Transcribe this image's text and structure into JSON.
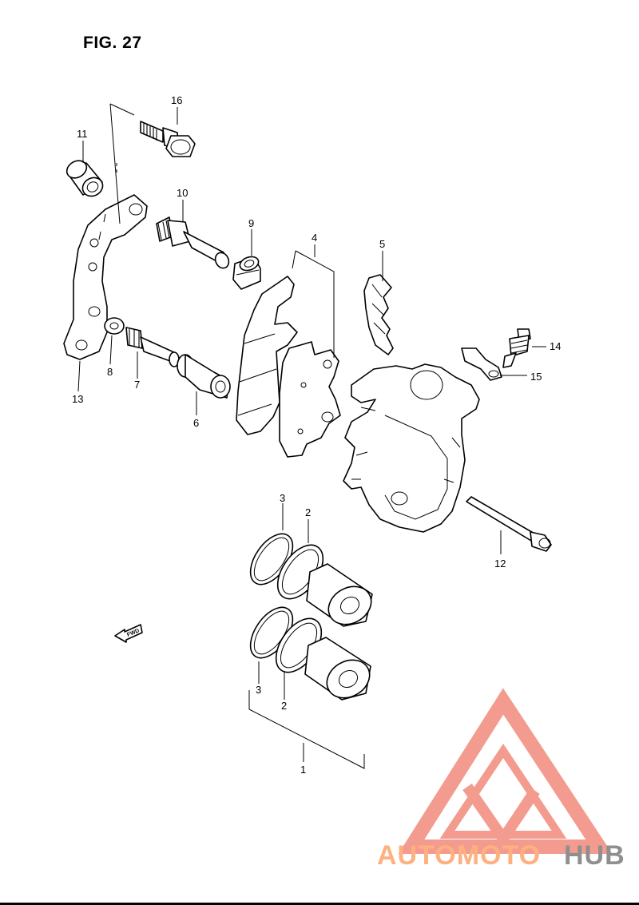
{
  "figure": {
    "title": "FIG. 27"
  },
  "callouts": [
    {
      "id": "c16",
      "label": "16"
    },
    {
      "id": "c11",
      "label": "11"
    },
    {
      "id": "c10",
      "label": "10"
    },
    {
      "id": "c9",
      "label": "9"
    },
    {
      "id": "c4",
      "label": "4"
    },
    {
      "id": "c5",
      "label": "5"
    },
    {
      "id": "c14",
      "label": "14"
    },
    {
      "id": "c15",
      "label": "15"
    },
    {
      "id": "c8",
      "label": "8"
    },
    {
      "id": "c7",
      "label": "7"
    },
    {
      "id": "c6",
      "label": "6"
    },
    {
      "id": "c13",
      "label": "13"
    },
    {
      "id": "c12",
      "label": "12"
    },
    {
      "id": "c3a",
      "label": "3"
    },
    {
      "id": "c2a",
      "label": "2"
    },
    {
      "id": "c3b",
      "label": "3"
    },
    {
      "id": "c2b",
      "label": "2"
    },
    {
      "id": "c1",
      "label": "1"
    }
  ],
  "direction_arrow": {
    "label": "FWD",
    "icon": "fwd-arrow-icon"
  },
  "watermark": {
    "brand_part1": "AUTOMOTO",
    "brand_part2": "HUB",
    "color_primary": "#ff8c7a",
    "color_secondary": "#9a9a9a"
  }
}
